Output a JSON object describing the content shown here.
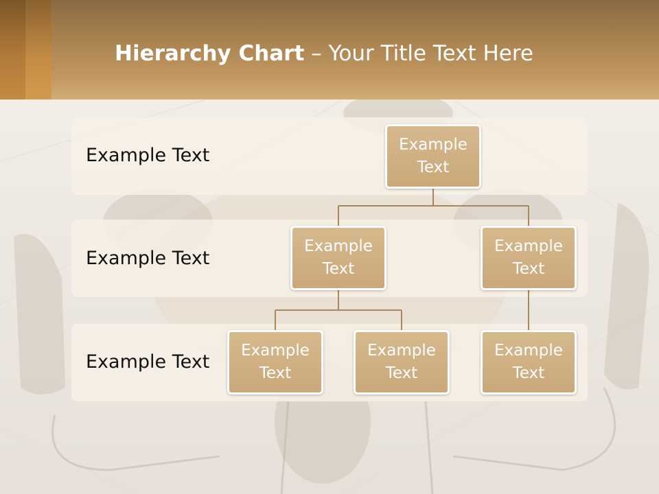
{
  "slide": {
    "title_bold": "Hierarchy Chart",
    "title_rest": " – Your Title Text Here"
  },
  "levels": [
    {
      "label": "Example Text"
    },
    {
      "label": "Example Text"
    },
    {
      "label": "Example Text"
    }
  ],
  "nodes": {
    "root": "Example Text",
    "mid_left": "Example Text",
    "mid_right": "Example Text",
    "bottom_left": "Example Text",
    "bottom_middle": "Example Text",
    "bottom_right": "Example Text"
  },
  "colors": {
    "header": "#c49a62",
    "node_fill": "#d0b084",
    "node_border": "#ffffff",
    "connector": "#a88858",
    "band": "#f8f0e6"
  }
}
